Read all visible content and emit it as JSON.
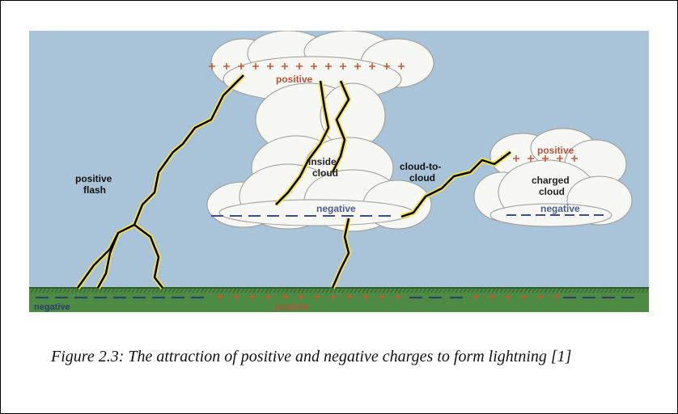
{
  "figure": {
    "caption": "Figure 2.3: The attraction of positive and negative charges to form lightning [1]"
  },
  "diagram": {
    "labels": {
      "cloud_top_positive": "positive",
      "inside_cloud": [
        "inside",
        "cloud"
      ],
      "cloud_negative": "negative",
      "positive_flash": [
        "positive",
        "flash"
      ],
      "cloud_to_cloud": [
        "cloud-to-",
        "cloud"
      ],
      "small_cloud_positive": "positive",
      "charged_cloud": [
        "charged",
        "cloud"
      ],
      "small_cloud_negative": "negative",
      "ground_negative": "negative",
      "ground_positive": "positive"
    },
    "colors": {
      "sky": "#a9c3d9",
      "cloud": "#f7f7f4",
      "ground": "#4d8a44",
      "positive_label": "#b5533a",
      "negative_label": "#4a5d8c",
      "bolt": "#000000",
      "bolt_glow": "#f4e04a"
    }
  }
}
